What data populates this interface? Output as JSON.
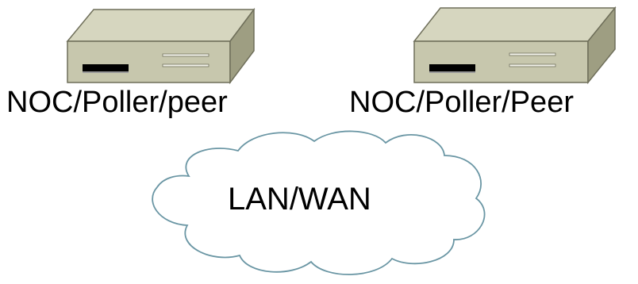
{
  "devices": [
    {
      "label": "NOC/Poller/peer"
    },
    {
      "label": "NOC/Poller/Peer"
    }
  ],
  "network": {
    "label": "LAN/WAN"
  },
  "colors": {
    "device_top": "#d6d6bf",
    "device_front": "#c7c7ad",
    "device_side": "#9e9e82",
    "device_edge": "#6f6f5a",
    "slot": "#000000",
    "vent": "#f2f2ea",
    "cloud_stroke": "#6a96a4",
    "text": "#000000"
  }
}
